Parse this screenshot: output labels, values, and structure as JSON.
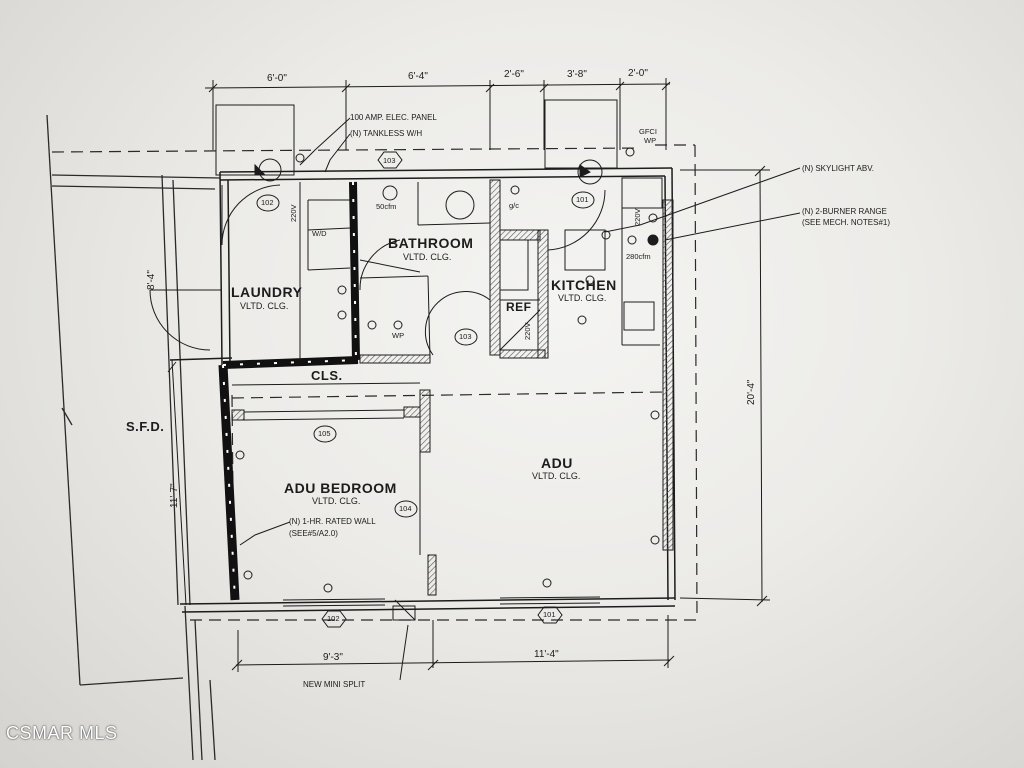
{
  "rooms": {
    "laundry": {
      "name": "LAUNDRY",
      "ceiling": "VLTD. CLG."
    },
    "bathroom": {
      "name": "BATHROOM",
      "ceiling": "VLTD. CLG."
    },
    "kitchen": {
      "name": "KITCHEN",
      "ceiling": "VLTD. CLG."
    },
    "adu_bedroom": {
      "name": "ADU BEDROOM",
      "ceiling": "VLTD. CLG."
    },
    "adu": {
      "name": "ADU",
      "ceiling": "VLTD. CLG."
    },
    "closet": {
      "name": "CLS."
    },
    "sfd": {
      "name": "S.F.D."
    },
    "ref": {
      "name": "REF"
    }
  },
  "dimensions": {
    "top": [
      "6'-0\"",
      "6'-4\"",
      "2'-6\"",
      "3'-8\"",
      "2'-0\""
    ],
    "bottom": [
      "9'-3\"",
      "11'-4\""
    ],
    "right": "20'-4\"",
    "left_upper": "8'-4\"",
    "left_lower": "11'-7\""
  },
  "notes": {
    "elec_panel": "100 AMP. ELEC. PANEL",
    "tankless": "(N) TANKLESS W/H",
    "skylight": "(N) SKYLIGHT ABV.",
    "range_line1": "(N) 2-BURNER RANGE",
    "range_line2": "(SEE MECH. NOTES#1)",
    "wall_line1": "(N) 1-HR. RATED WALL",
    "wall_line2": "(SEE#5/A2.0)",
    "mini_split": "NEW MINI SPLIT"
  },
  "tags": {
    "door_103_top": "103",
    "door_102": "102",
    "door_101": "101",
    "door_103": "103",
    "door_105": "105",
    "door_104": "104",
    "window_102": "102",
    "window_101": "101"
  },
  "fixtures": {
    "cfm_bath": "50cfm",
    "cfm_kitchen": "280cfm",
    "gfci": "GFCI",
    "wp_top": "WP",
    "wp_bath": "WP",
    "wd": "W/D",
    "v220_laundry": "220V",
    "v220_ref": "220V",
    "v220_kitchen": "220V",
    "gfc": "g/c"
  },
  "watermark": "CSMAR MLS",
  "colors": {
    "ink": "#1c1c1c",
    "paper": "#f1f0ed",
    "rated_wall": "#111111",
    "hatch": "#555555"
  }
}
